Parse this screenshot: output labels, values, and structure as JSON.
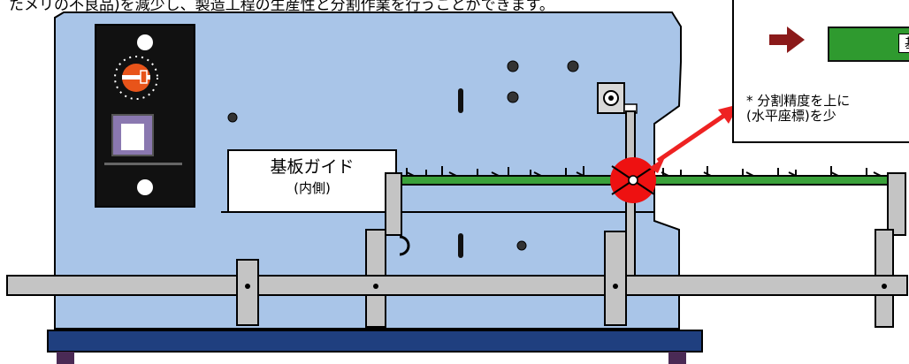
{
  "caption": "たメリの不良品)を減少し、製造工程の生産性と分割作業を行うことができます。",
  "guide_label": {
    "main": "基板ガイド",
    "sub": "(内側)"
  },
  "note": {
    "chip_text": "基",
    "line1": "* 分割精度を上に",
    "line2": "(水平座標)を少"
  },
  "colors": {
    "machine_body": "#a9c5e8",
    "outline": "#000000",
    "base_plate": "#1f3f7f",
    "rail": "#c4c4c4",
    "pcb_green": "#3aa13a",
    "cut_point": "#ee1111",
    "pointer_arrow": "#ee2222",
    "note_arrow": "#8b1a1a",
    "knob": "#e8541a",
    "button_purple": "#8a78b0"
  },
  "icons": {
    "knob": "dial-knob-icon",
    "button": "square-push-button-icon",
    "note_arrow": "right-arrow-icon"
  }
}
